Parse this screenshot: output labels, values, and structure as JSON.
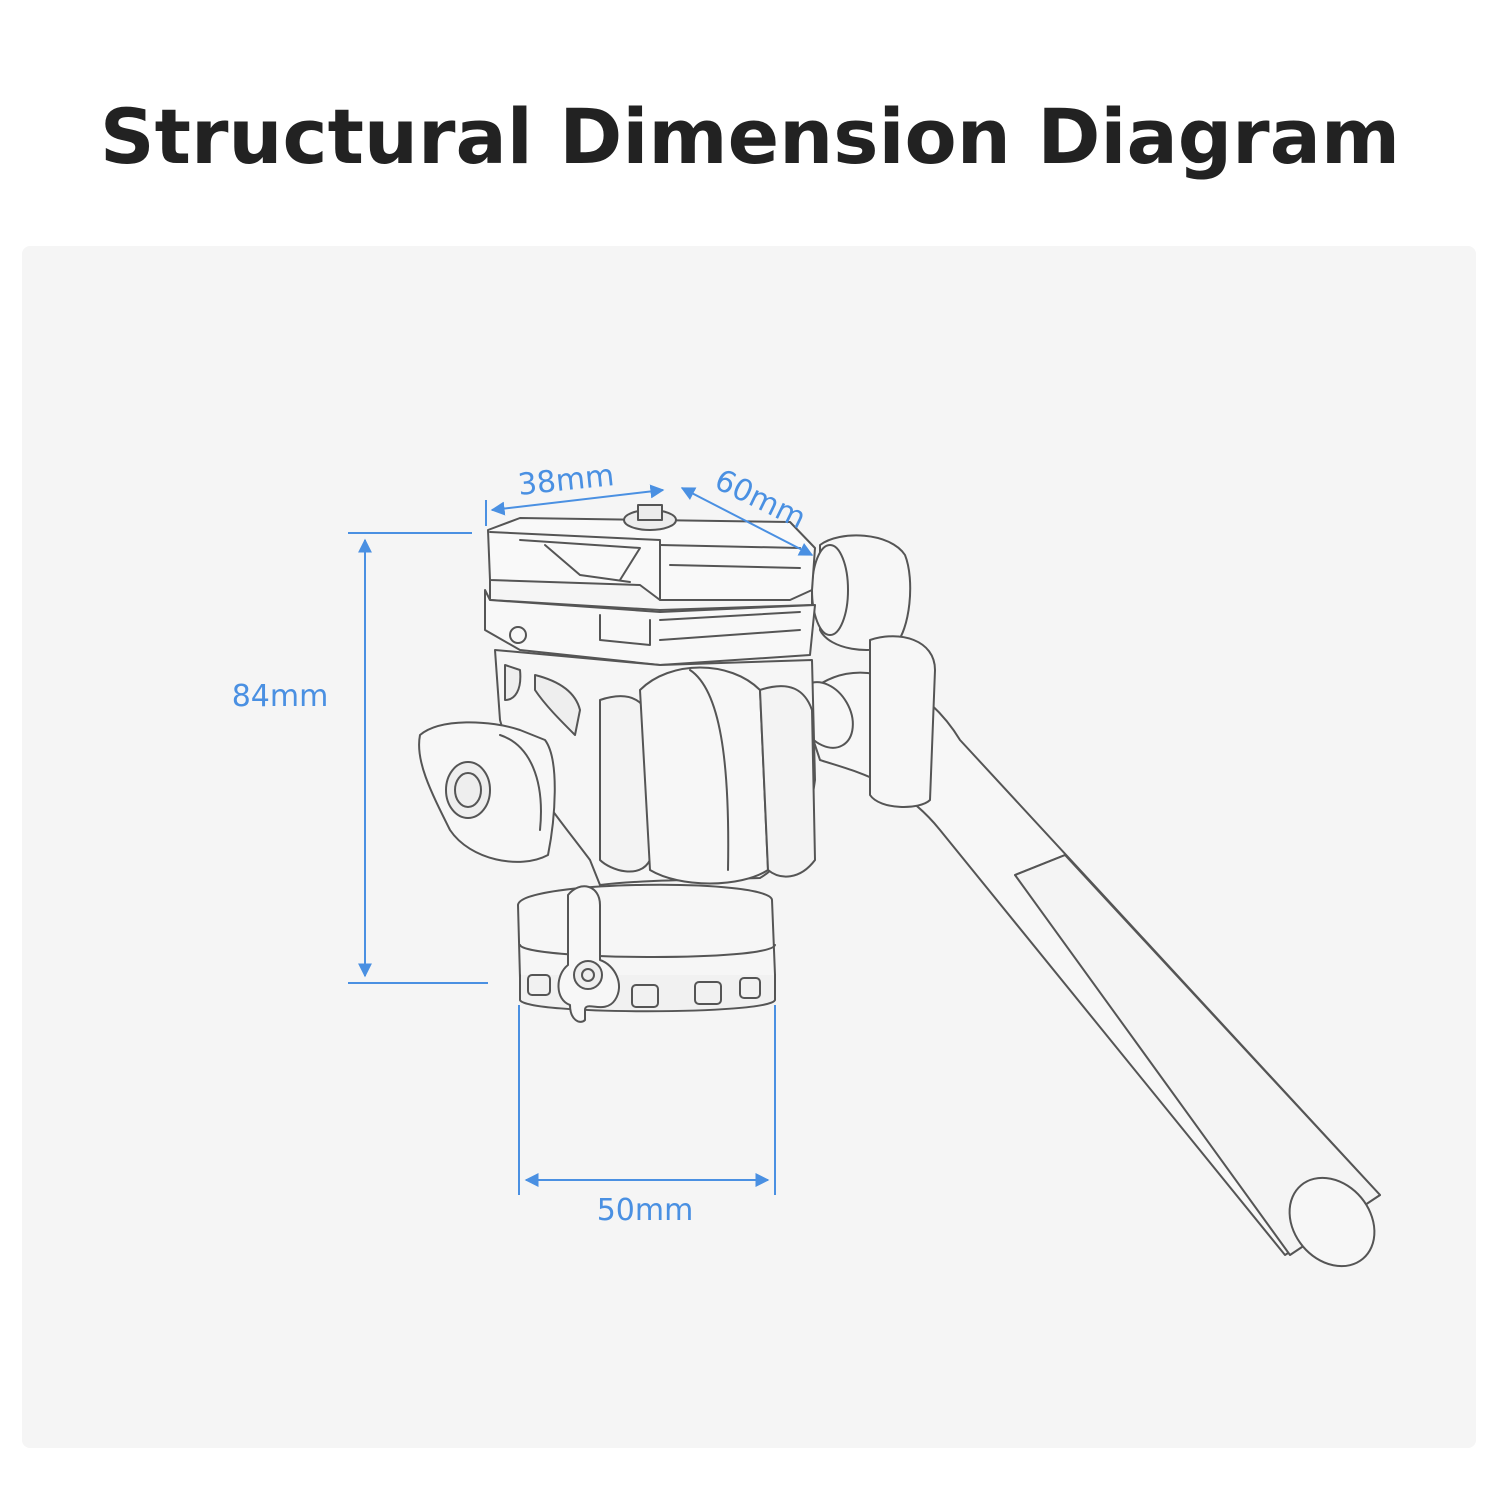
{
  "title": "Structural Dimension Diagram",
  "accent_color": "#4a90e2",
  "line_color": "#555555",
  "dimensions": {
    "top_width": "38mm",
    "top_depth": "60mm",
    "height": "84mm",
    "base_diameter": "50mm"
  }
}
